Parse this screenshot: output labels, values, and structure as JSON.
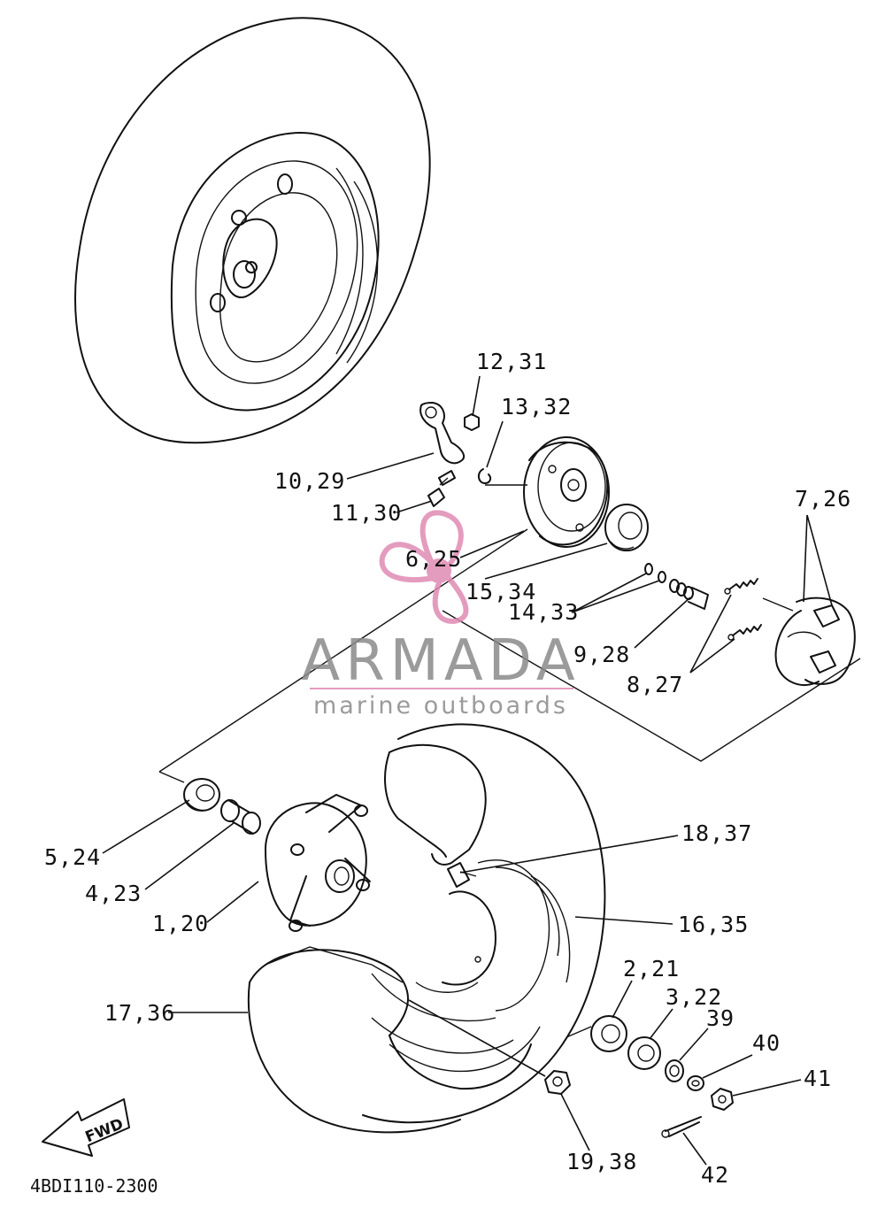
{
  "diagram_code": "4BDI110-2300",
  "direction_label": "FWD",
  "watermark": {
    "brand": "ARMADA",
    "tagline": "marine outboards",
    "brand_color": "#8a8a8a",
    "accent_color": "#e08bb3"
  },
  "callouts": [
    {
      "id": "c-12-31",
      "text": "12,31"
    },
    {
      "id": "c-13-32",
      "text": "13,32"
    },
    {
      "id": "c-10-29",
      "text": "10,29"
    },
    {
      "id": "c-11-30",
      "text": "11,30"
    },
    {
      "id": "c-6-25",
      "text": "6,25"
    },
    {
      "id": "c-15-34",
      "text": "15,34"
    },
    {
      "id": "c-14-33",
      "text": "14,33"
    },
    {
      "id": "c-7-26",
      "text": "7,26"
    },
    {
      "id": "c-9-28",
      "text": "9,28"
    },
    {
      "id": "c-8-27",
      "text": "8,27"
    },
    {
      "id": "c-5-24",
      "text": "5,24"
    },
    {
      "id": "c-4-23",
      "text": "4,23"
    },
    {
      "id": "c-1-20",
      "text": "1,20"
    },
    {
      "id": "c-18-37",
      "text": "18,37"
    },
    {
      "id": "c-16-35",
      "text": "16,35"
    },
    {
      "id": "c-17-36",
      "text": "17,36"
    },
    {
      "id": "c-2-21",
      "text": "2,21"
    },
    {
      "id": "c-3-22",
      "text": "3,22"
    },
    {
      "id": "c-39",
      "text": "39"
    },
    {
      "id": "c-40",
      "text": "40"
    },
    {
      "id": "c-41",
      "text": "41"
    },
    {
      "id": "c-19-38",
      "text": "19,38"
    },
    {
      "id": "c-42",
      "text": "42"
    }
  ]
}
